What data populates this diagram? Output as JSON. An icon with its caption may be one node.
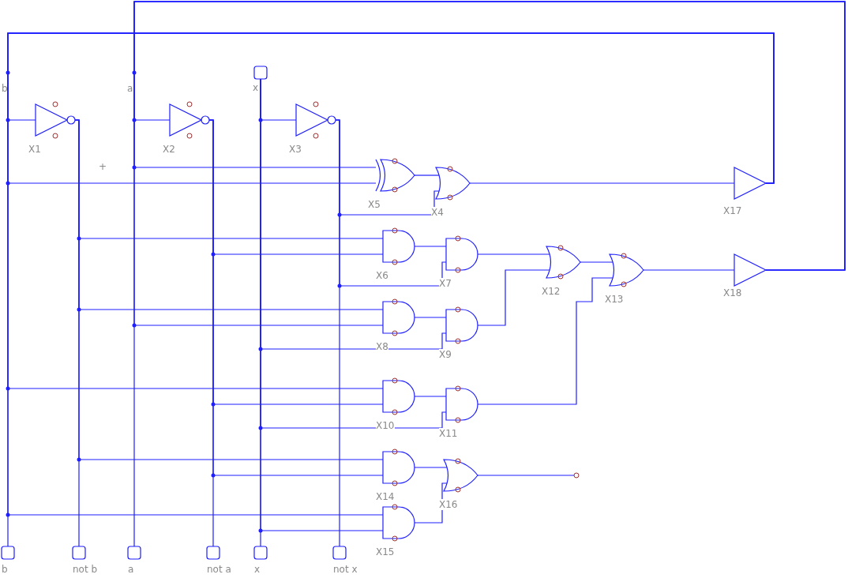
{
  "diagram": {
    "nodes": [
      {
        "text": [],
        "shape": "box",
        "beside": [
          "x"
        ]
      },
      {
        "text": [],
        "shape": "inverter",
        "beside": [
          "X1"
        ]
      },
      {
        "text": [],
        "shape": "inverter",
        "beside": [
          "X2"
        ]
      },
      {
        "text": [],
        "shape": "inverter",
        "beside": [
          "X3"
        ]
      },
      {
        "text": [],
        "shape": "xor",
        "beside": [
          "X5"
        ]
      },
      {
        "text": [],
        "shape": "or",
        "beside": [
          "X4"
        ]
      },
      {
        "text": [],
        "shape": "buffer",
        "beside": [
          "X17"
        ]
      },
      {
        "text": [],
        "shape": "and",
        "beside": [
          "X6"
        ]
      },
      {
        "text": [],
        "shape": "and",
        "beside": [
          "X7"
        ]
      },
      {
        "text": [],
        "shape": "or",
        "beside": [
          "X12"
        ]
      },
      {
        "text": [],
        "shape": "or",
        "beside": [
          "X13"
        ]
      },
      {
        "text": [],
        "shape": "buffer",
        "beside": [
          "X18"
        ]
      },
      {
        "text": [],
        "shape": "and",
        "beside": [
          "X8"
        ]
      },
      {
        "text": [],
        "shape": "and",
        "beside": [
          "X9"
        ]
      },
      {
        "text": [],
        "shape": "and",
        "beside": [
          "X10"
        ]
      },
      {
        "text": [],
        "shape": "and",
        "beside": [
          "X11"
        ]
      },
      {
        "text": [],
        "shape": "and",
        "beside": [
          "X14"
        ]
      },
      {
        "text": [],
        "shape": "or",
        "beside": [
          "X16"
        ]
      },
      {
        "text": [],
        "shape": "circle"
      },
      {
        "text": [],
        "shape": "and",
        "beside": [
          "X15"
        ]
      },
      {
        "text": [],
        "shape": "box",
        "beside": [
          "b"
        ]
      },
      {
        "text": [],
        "shape": "box",
        "beside": [
          "not b"
        ]
      },
      {
        "text": [],
        "shape": "box",
        "beside": [
          "a"
        ]
      },
      {
        "text": [],
        "shape": "box",
        "beside": [
          "not a"
        ]
      },
      {
        "text": [],
        "shape": "box",
        "beside": [
          "x"
        ]
      },
      {
        "text": [],
        "shape": "box",
        "beside": [
          "not x"
        ]
      }
    ],
    "edges": [
      {
        "from": 6,
        "to": 20,
        "arrow": "none"
      },
      {
        "from": 6,
        "to": 1,
        "arrow": "none"
      },
      {
        "from": 6,
        "to": 4,
        "arrow": "none"
      },
      {
        "from": 6,
        "to": 14,
        "arrow": "none"
      },
      {
        "from": 6,
        "to": 19,
        "arrow": "none"
      },
      {
        "from": 11,
        "to": 22,
        "arrow": "none"
      },
      {
        "from": 11,
        "to": 2,
        "arrow": "none"
      },
      {
        "from": 11,
        "to": 4,
        "arrow": "none"
      },
      {
        "from": 11,
        "to": 12,
        "arrow": "none"
      },
      {
        "from": 0,
        "to": 3,
        "arrow": "none"
      },
      {
        "from": 0,
        "to": 13,
        "arrow": "none"
      },
      {
        "from": 0,
        "to": 15,
        "arrow": "none"
      },
      {
        "from": 0,
        "to": 19,
        "arrow": "none"
      },
      {
        "from": 0,
        "to": 24,
        "arrow": "none"
      },
      {
        "from": 1,
        "to": 21,
        "arrow": "none"
      },
      {
        "from": 1,
        "to": 7,
        "arrow": "none"
      },
      {
        "from": 1,
        "to": 12,
        "arrow": "none"
      },
      {
        "from": 1,
        "to": 16,
        "arrow": "none"
      },
      {
        "from": 2,
        "to": 23,
        "arrow": "none"
      },
      {
        "from": 2,
        "to": 7,
        "arrow": "none"
      },
      {
        "from": 2,
        "to": 14,
        "arrow": "none"
      },
      {
        "from": 2,
        "to": 16,
        "arrow": "none"
      },
      {
        "from": 3,
        "to": 25,
        "arrow": "none"
      },
      {
        "from": 3,
        "to": 5,
        "arrow": "none"
      },
      {
        "from": 3,
        "to": 8,
        "arrow": "none"
      },
      {
        "from": 4,
        "to": 5,
        "arrow": "none"
      },
      {
        "from": 5,
        "to": 6,
        "arrow": "none"
      },
      {
        "from": 7,
        "to": 8,
        "arrow": "none"
      },
      {
        "from": 8,
        "to": 9,
        "arrow": "none"
      },
      {
        "from": 12,
        "to": 13,
        "arrow": "none"
      },
      {
        "from": 13,
        "to": 9,
        "arrow": "none"
      },
      {
        "from": 9,
        "to": 10,
        "arrow": "none"
      },
      {
        "from": 14,
        "to": 15,
        "arrow": "none"
      },
      {
        "from": 15,
        "to": 10,
        "arrow": "none"
      },
      {
        "from": 10,
        "to": 11,
        "arrow": "none"
      },
      {
        "from": 16,
        "to": 17,
        "arrow": "none"
      },
      {
        "from": 19,
        "to": 17,
        "arrow": "none"
      },
      {
        "from": 17,
        "to": 18,
        "arrow": "none"
      }
    ],
    "labels": [
      "b",
      "a",
      "+"
    ]
  }
}
